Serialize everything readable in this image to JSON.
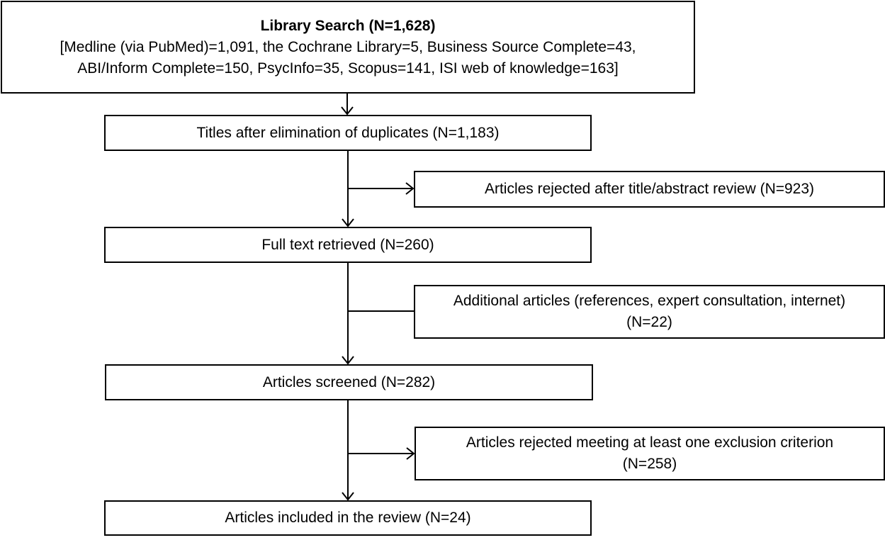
{
  "boxes": {
    "library_search": {
      "title": "Library Search (N=1,628)",
      "lines": [
        "[Medline (via PubMed)=1,091, the Cochrane Library=5, Business Source Complete=43,",
        "ABI/Inform Complete=150, PsycInfo=35, Scopus=141, ISI web of knowledge=163]"
      ]
    },
    "titles_after_dedup": "Titles after elimination of duplicates (N=1,183)",
    "rejected_title_abstract": "Articles rejected after title/abstract review (N=923)",
    "full_text_retrieved": "Full text retrieved (N=260)",
    "additional_articles": {
      "lines": [
        "Additional articles (references, expert consultation, internet)",
        "(N=22)"
      ]
    },
    "articles_screened": "Articles screened (N=282)",
    "rejected_exclusion": {
      "lines": [
        "Articles rejected meeting at least one exclusion criterion",
        "(N=258)"
      ]
    },
    "articles_included": "Articles included in the review (N=24)"
  }
}
